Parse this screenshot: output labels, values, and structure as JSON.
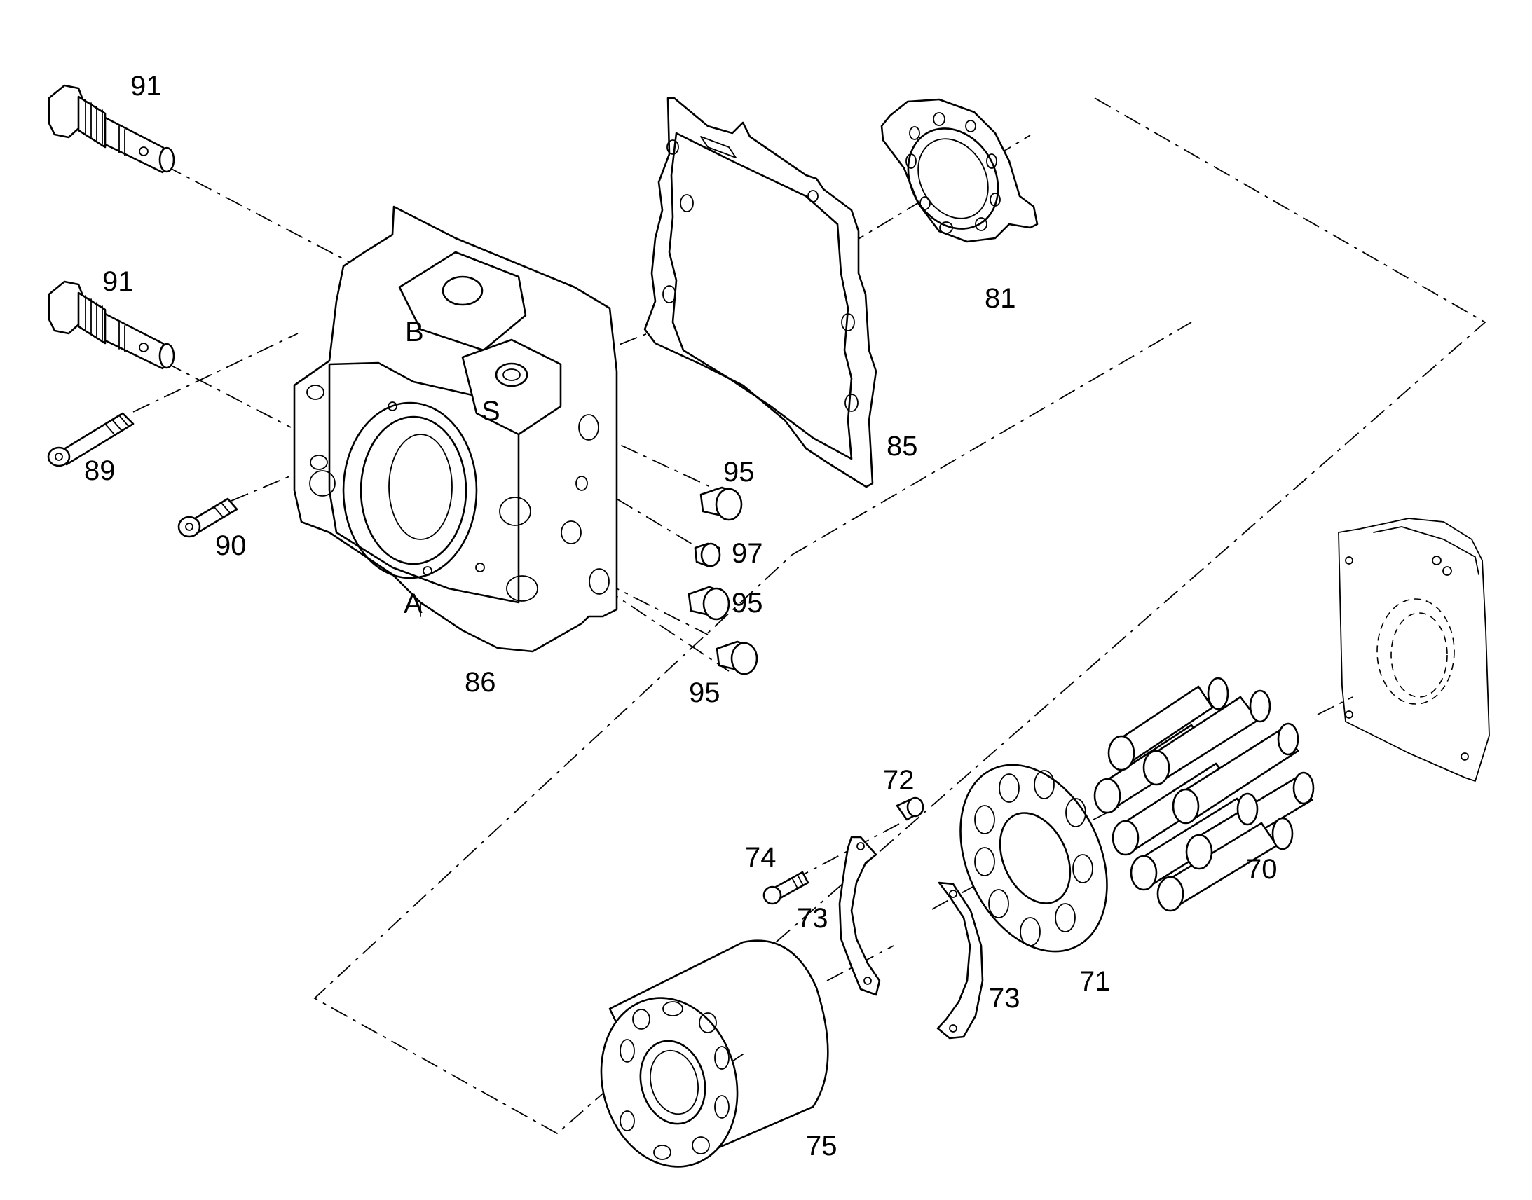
{
  "diagram": {
    "callouts": [
      {
        "id": "91a",
        "text": "91"
      },
      {
        "id": "91b",
        "text": "91"
      },
      {
        "id": "89",
        "text": "89"
      },
      {
        "id": "90",
        "text": "90"
      },
      {
        "id": "86",
        "text": "86"
      },
      {
        "id": "85",
        "text": "85"
      },
      {
        "id": "81",
        "text": "81"
      },
      {
        "id": "95a",
        "text": "95"
      },
      {
        "id": "97",
        "text": "97"
      },
      {
        "id": "95b",
        "text": "95"
      },
      {
        "id": "95c",
        "text": "95"
      },
      {
        "id": "72",
        "text": "72"
      },
      {
        "id": "74",
        "text": "74"
      },
      {
        "id": "73a",
        "text": "73"
      },
      {
        "id": "73b",
        "text": "73"
      },
      {
        "id": "71",
        "text": "71"
      },
      {
        "id": "70",
        "text": "70"
      },
      {
        "id": "75",
        "text": "75"
      }
    ]
  }
}
